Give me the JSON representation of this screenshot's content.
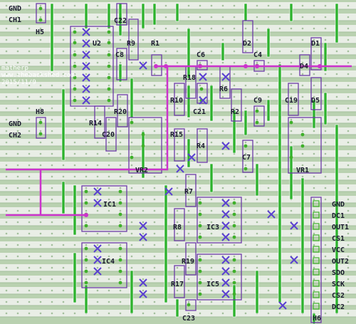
{
  "watermark": {
    "author": "matherp",
    "site": "www.thebackshed.com",
    "date": "2015/11/9"
  },
  "colors": {
    "board_bg": "#b9d1b0",
    "strip_light": "#e9eee6",
    "strip_dark": "#a3bf9c",
    "wire": "#2db22d",
    "outline": "#6b3aa6",
    "jumper": "#cc33cc",
    "cut": "#5a3fd1",
    "pad": "#3fb02a"
  },
  "labels": {
    "gnd_top": "GND",
    "ch1": "CH1",
    "h5": "H5",
    "h8": "H8",
    "gnd_mid": "GND",
    "ch2": "CH2",
    "u2": "U2",
    "c22": "C22",
    "r9": "R9",
    "c8": "C8",
    "r1": "R1",
    "c6": "C6",
    "d2": "D2",
    "c4": "C4",
    "d1": "D1",
    "d4": "D4",
    "r18": "R18",
    "r6": "R6",
    "d5": "D5",
    "c19": "C19",
    "r10": "R10",
    "c9": "C9",
    "c21": "C21",
    "r2": "R2",
    "r20": "R20",
    "r14": "R14",
    "c20": "C20",
    "r15": "R15",
    "r4": "R4",
    "c7": "C7",
    "vr2": "VR2",
    "vr1": "VR1",
    "r7": "R7",
    "ic1": "IC1",
    "r8": "R8",
    "ic3": "IC3",
    "ic4": "IC4",
    "r19": "R19",
    "r17": "R17",
    "ic5": "IC5",
    "c23": "C23",
    "h6": "H6"
  },
  "header_pins": [
    "GND",
    "DC1",
    "OUT1",
    "CS1",
    "VCC",
    "OUT2",
    "SDO",
    "SCK",
    "CS2",
    "DC2"
  ]
}
